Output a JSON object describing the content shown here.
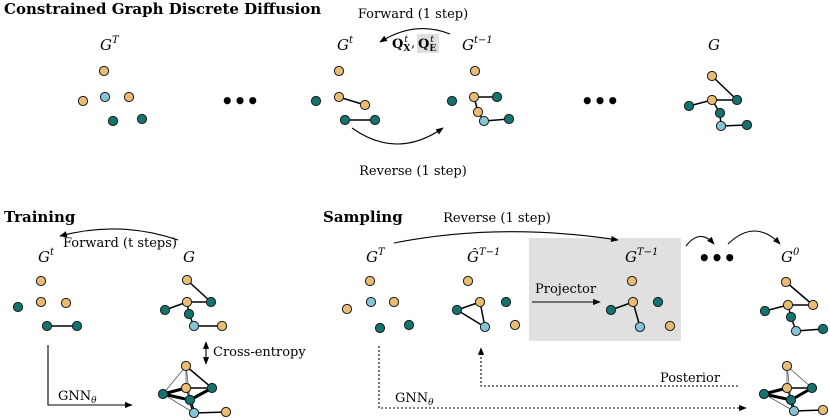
{
  "title": "Constrained Graph Discrete Diffusion",
  "colors": {
    "orange": "#E9BC74",
    "teal": "#14736E",
    "lightblue": "#85C3D6",
    "outline": "#1a1a1a",
    "box": "#E0E0E0"
  },
  "top": {
    "labels": {
      "gT": "G",
      "gT_sup": "T",
      "gt": "G",
      "gt_sup": "t",
      "gtm1": "G",
      "gtm1_sup": "t−1",
      "g": "G"
    },
    "forward": "Forward (1 step)",
    "reverse": "Reverse (1 step)",
    "qx": "Q",
    "qx_sub": "X",
    "qx_sup": "t",
    "qe": "Q",
    "qe_sub": "E",
    "qe_sup": "t",
    "ellipsis": "•••"
  },
  "training": {
    "title": "Training",
    "forward": "Forward (t steps)",
    "gt": "G",
    "gt_sup": "t",
    "g": "G",
    "gnn": "GNN",
    "gnn_sub": "θ",
    "cross_entropy": "Cross-entropy"
  },
  "sampling": {
    "title": "Sampling",
    "reverse": "Reverse (1 step)",
    "gT": "G",
    "gT_sup": "T",
    "ghat": "Ĝ",
    "ghat_sup": "T−1",
    "gTm1": "G",
    "gTm1_sup": "T−1",
    "g0": "G",
    "g0_sup": "0",
    "projector": "Projector",
    "posterior": "Posterior",
    "gnn": "GNN",
    "gnn_sub": "θ",
    "ellipsis": "•••"
  }
}
